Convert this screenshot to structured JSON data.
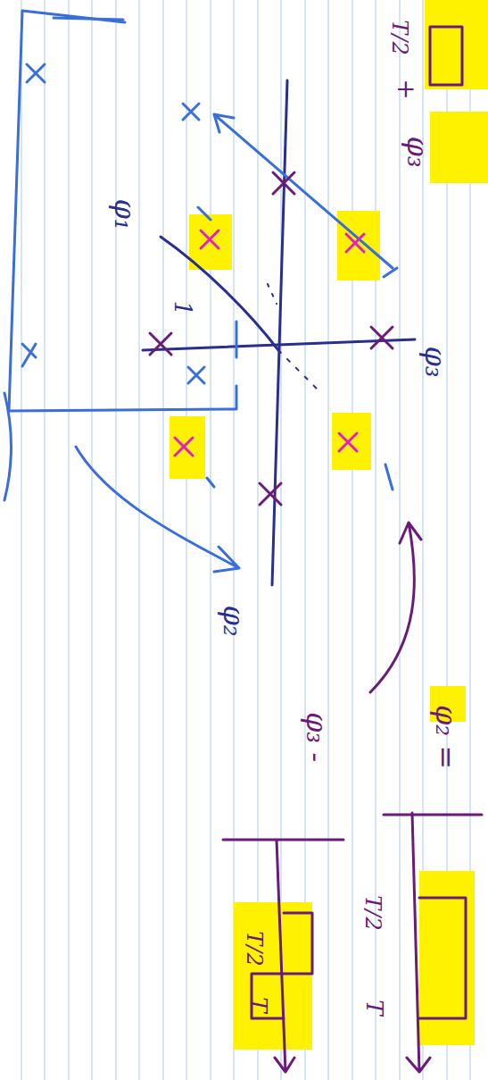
{
  "diagram": {
    "labels": [
      "φ₁",
      "φ₃",
      "φ₂",
      "φ₃",
      "T/2",
      "+",
      "φ₂ =",
      "φ₃ -",
      "T/2",
      "T",
      "T/2",
      "T",
      "1"
    ]
  }
}
